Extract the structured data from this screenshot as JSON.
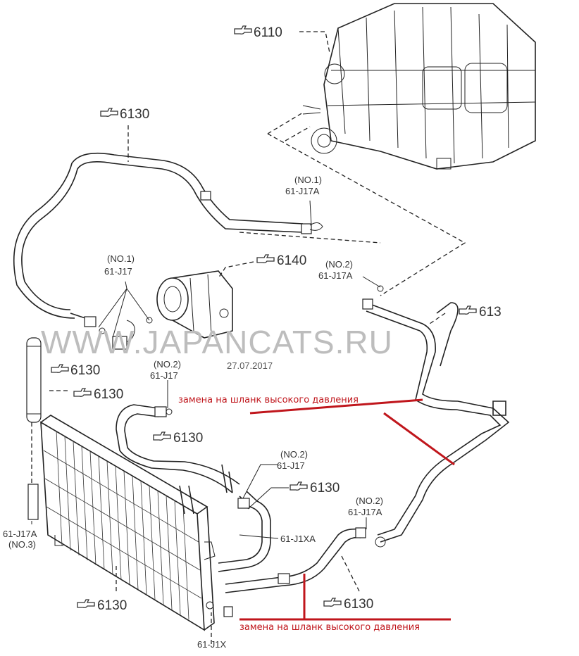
{
  "watermark": "WWW.JAPANCATS.RU",
  "date": "27.07.2017",
  "annotations": {
    "replace_upper": "замена на шланк высокого давления",
    "replace_lower": "замена на шланк высокого давления"
  },
  "parts": {
    "p6110": "6110",
    "p6130_top": "6130",
    "p6140": "6140",
    "p613_right": "613",
    "p6130_left_a": "6130",
    "p6130_left_b": "6130",
    "p6130_mid": "6130",
    "p6130_center": "6130",
    "p6130_bottom_left": "6130",
    "p6130_bottom_right": "6130"
  },
  "callouts": {
    "c1_no": "(NO.1)",
    "c1_code": "61-J17A",
    "c2_no": "(NO.2)",
    "c2_code": "61-J17A",
    "c3_no": "(NO.1)",
    "c3_code": "61-J17",
    "c4_no": "(NO.2)",
    "c4_code": "61-J17",
    "c5_no": "(NO.2)",
    "c5_code": "61-J17",
    "c6_no": "(NO.2)",
    "c6_code": "61-J17A",
    "c7_code": "61-J1XA",
    "c8_code": "61-J17A",
    "c8_no": "(NO.3)",
    "c9_code": "61-J1X"
  },
  "icons": [
    "pointing-hand-icon"
  ]
}
